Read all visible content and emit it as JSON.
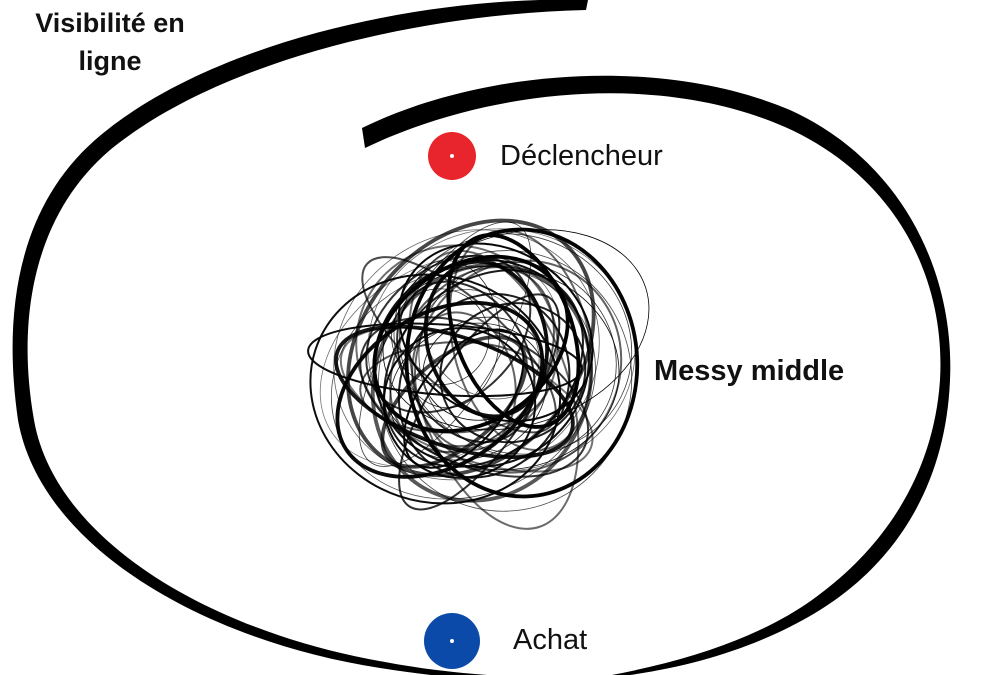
{
  "diagram": {
    "title_lines": [
      "Visibilité en",
      "ligne"
    ],
    "trigger": {
      "label": "Déclencheur",
      "color": "#e8242c"
    },
    "messy_middle": {
      "label": "Messy middle",
      "color": "#111111"
    },
    "purchase": {
      "label": "Achat",
      "color": "#0b4aa8"
    },
    "spiral_color": "#000000"
  }
}
